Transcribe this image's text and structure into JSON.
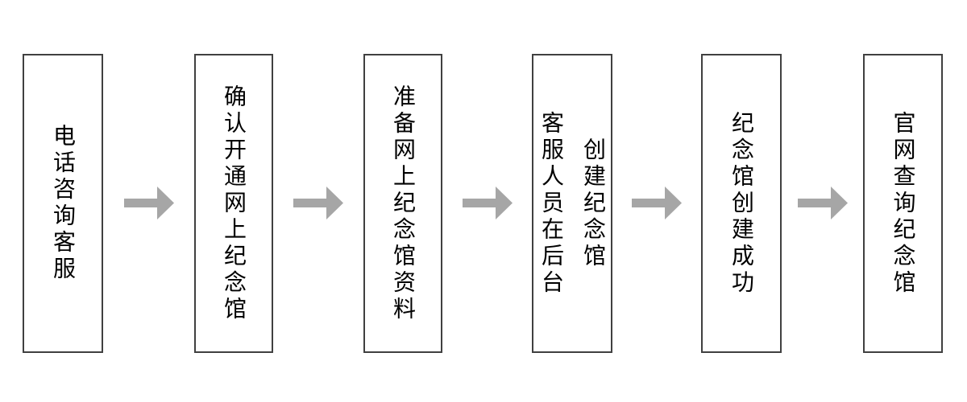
{
  "flowchart": {
    "type": "horizontal-process-flow",
    "steps": [
      {
        "label": "电话咨询客服",
        "lines": [
          "电话咨询客服"
        ]
      },
      {
        "label": "确认开通网上纪念馆",
        "lines": [
          "确认开通网上纪念馆"
        ]
      },
      {
        "label": "准备网上纪念馆资料",
        "lines": [
          "准备网上纪念馆资料"
        ]
      },
      {
        "label": "客服人员在后台创建纪念馆",
        "lines": [
          "客服人员在后台",
          "创建纪念馆"
        ]
      },
      {
        "label": "纪念馆创建成功",
        "lines": [
          "纪念馆创建成功"
        ]
      },
      {
        "label": "官网查询纪念馆",
        "lines": [
          "官网查询纪念馆"
        ]
      }
    ],
    "connector": {
      "shape": "right-arrow",
      "count": 5
    },
    "colors": {
      "box_border": "#404040",
      "box_fill": "#ffffff",
      "text": "#000000",
      "arrow": "#a6a6a6",
      "background": "#ffffff"
    }
  }
}
